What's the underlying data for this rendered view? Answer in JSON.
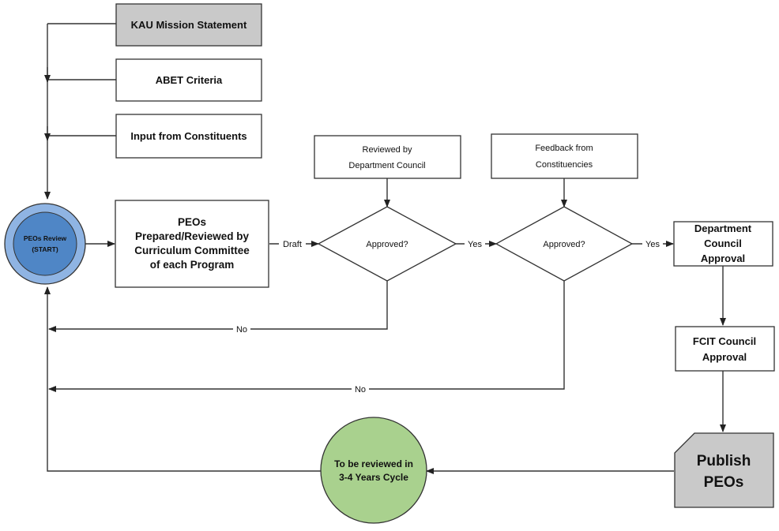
{
  "nodes": {
    "kau_mission": "KAU Mission Statement",
    "abet_criteria": "ABET Criteria",
    "input_constituents": "Input from Constituents",
    "peos_review": [
      "PEOs Review",
      "(START)"
    ],
    "peos_prepared": [
      "PEOs",
      "Prepared/Reviewed by",
      "Curriculum Committee",
      "of each Program"
    ],
    "reviewed_by": [
      "Reviewed by",
      "Department Council"
    ],
    "feedback": [
      "Feedback from",
      "Constituencies"
    ],
    "approved_1": "Approved?",
    "approved_2": "Approved?",
    "dept_council_approval": [
      "Department",
      "Council",
      "Approval"
    ],
    "fcit_council_approval": [
      "FCIT Council",
      "Approval"
    ],
    "publish_peos": [
      "Publish",
      "PEOs"
    ],
    "review_cycle": [
      "To be reviewed in",
      "3-4 Years Cycle"
    ]
  },
  "edge_labels": {
    "draft": "Draft",
    "yes_1": "Yes",
    "yes_2": "Yes",
    "no_1": "No",
    "no_2": "No"
  },
  "colors": {
    "line": "#333333",
    "gray_fill": "#c9c9c9",
    "start_fill_outer": "#8fb4e3",
    "start_fill_inner": "#4f86c6",
    "cycle_fill": "#a9d18e"
  }
}
